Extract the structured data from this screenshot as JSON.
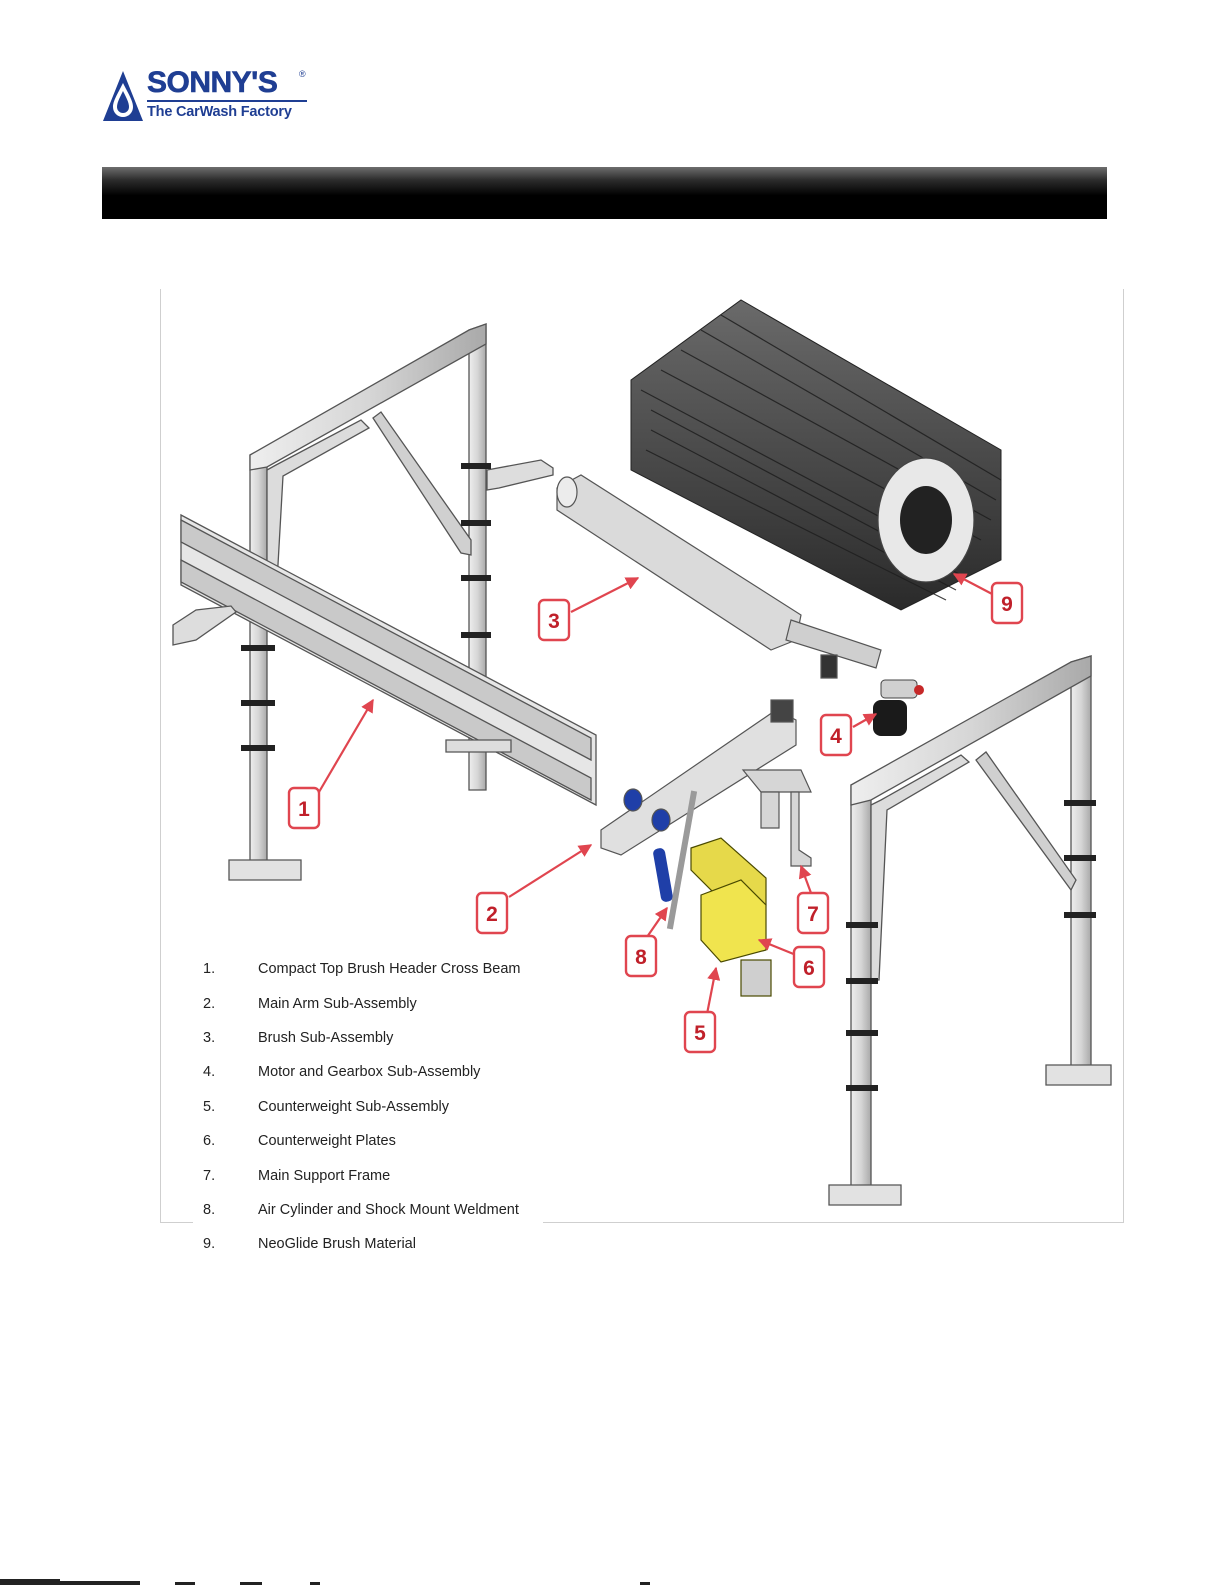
{
  "brand": {
    "name": "SONNY'S",
    "tagline": "The CarWash Factory",
    "registered_mark": "®",
    "color": "#1f3e93"
  },
  "header_bar": {
    "title": ""
  },
  "figure": {
    "callouts": [
      "1",
      "2",
      "3",
      "4",
      "5",
      "6",
      "7",
      "8",
      "9"
    ],
    "callout_color": "#e0454f"
  },
  "legend": {
    "items": [
      {
        "num": "1.",
        "label": "Compact Top Brush Header Cross Beam"
      },
      {
        "num": "2.",
        "label": "Main Arm Sub-Assembly"
      },
      {
        "num": "3.",
        "label": "Brush Sub-Assembly"
      },
      {
        "num": "4.",
        "label": "Motor and Gearbox Sub-Assembly"
      },
      {
        "num": "5.",
        "label": "Counterweight Sub-Assembly"
      },
      {
        "num": "6.",
        "label": "Counterweight Plates"
      },
      {
        "num": "7.",
        "label": "Main Support Frame"
      },
      {
        "num": "8.",
        "label": "Air Cylinder and Shock Mount Weldment"
      },
      {
        "num": "9.",
        "label": "NeoGlide Brush Material"
      }
    ]
  }
}
